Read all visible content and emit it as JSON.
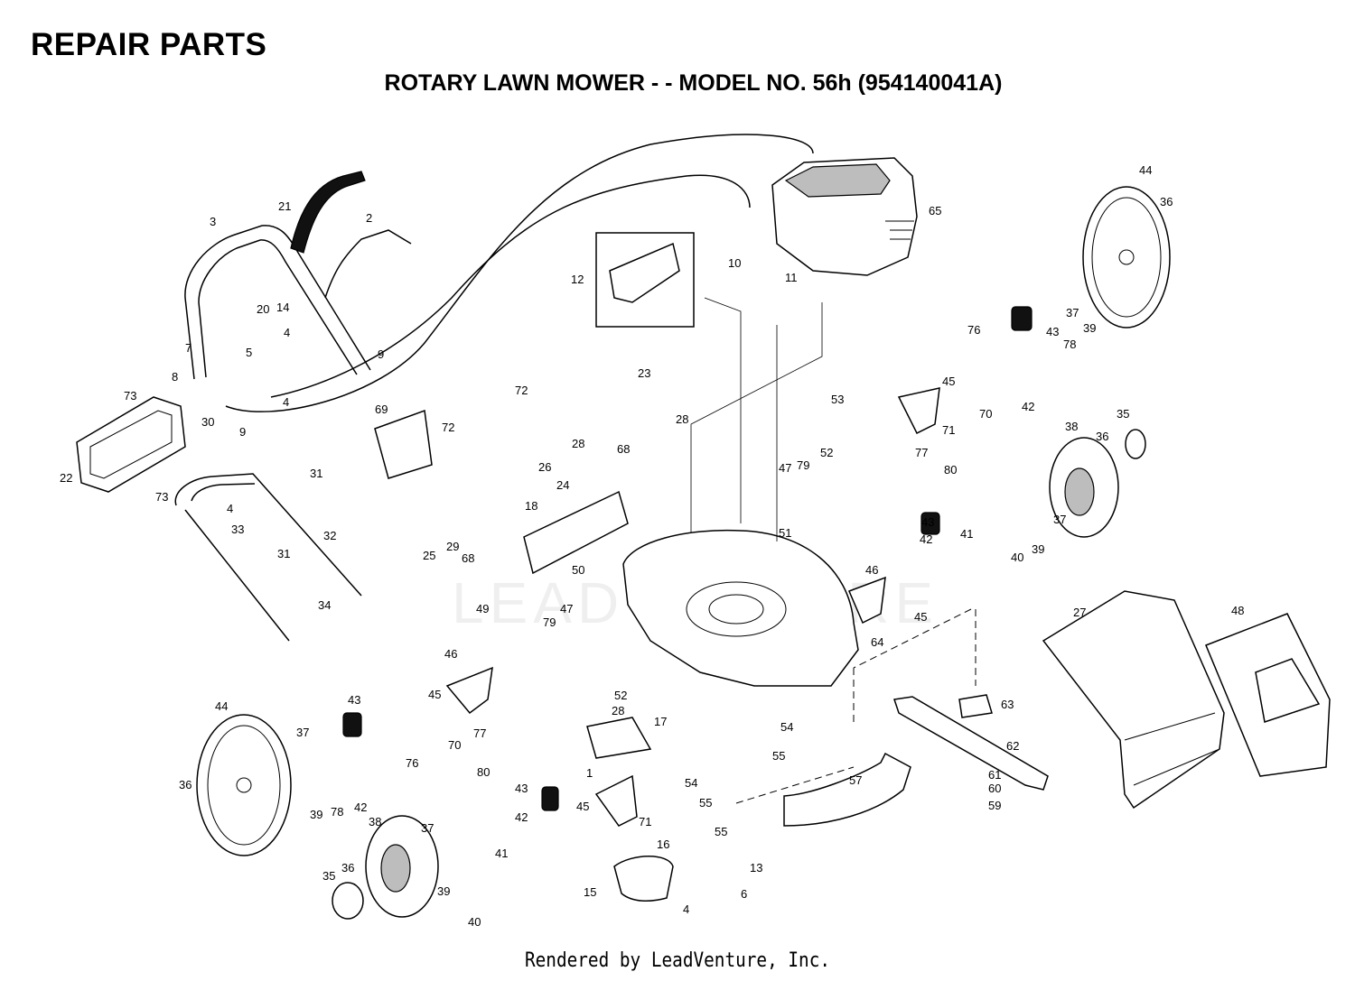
{
  "header": {
    "title": "REPAIR PARTS",
    "subtitle": "ROTARY LAWN MOWER - - MODEL NO. 56h (954140041A)"
  },
  "watermark": "LEADVENTURE",
  "footer": "Rendered by LeadVenture, Inc.",
  "callouts": [
    {
      "label": "3"
    },
    {
      "label": "21"
    },
    {
      "label": "2"
    },
    {
      "label": "20"
    },
    {
      "label": "14"
    },
    {
      "label": "7"
    },
    {
      "label": "5"
    },
    {
      "label": "4"
    },
    {
      "label": "9"
    },
    {
      "label": "8"
    },
    {
      "label": "4"
    },
    {
      "label": "30"
    },
    {
      "label": "9"
    },
    {
      "label": "73"
    },
    {
      "label": "22"
    },
    {
      "label": "73"
    },
    {
      "label": "31"
    },
    {
      "label": "4"
    },
    {
      "label": "33"
    },
    {
      "label": "32"
    },
    {
      "label": "31"
    },
    {
      "label": "34"
    },
    {
      "label": "12"
    },
    {
      "label": "10"
    },
    {
      "label": "11"
    },
    {
      "label": "65"
    },
    {
      "label": "44"
    },
    {
      "label": "36"
    },
    {
      "label": "37"
    },
    {
      "label": "43"
    },
    {
      "label": "39"
    },
    {
      "label": "76"
    },
    {
      "label": "78"
    },
    {
      "label": "42"
    },
    {
      "label": "45"
    },
    {
      "label": "70"
    },
    {
      "label": "71"
    },
    {
      "label": "53"
    },
    {
      "label": "77"
    },
    {
      "label": "52"
    },
    {
      "label": "47"
    },
    {
      "label": "79"
    },
    {
      "label": "80"
    },
    {
      "label": "51"
    },
    {
      "label": "38"
    },
    {
      "label": "35"
    },
    {
      "label": "36"
    },
    {
      "label": "37"
    },
    {
      "label": "43"
    },
    {
      "label": "42"
    },
    {
      "label": "41"
    },
    {
      "label": "40"
    },
    {
      "label": "39"
    },
    {
      "label": "46"
    },
    {
      "label": "45"
    },
    {
      "label": "72"
    },
    {
      "label": "23"
    },
    {
      "label": "28"
    },
    {
      "label": "69"
    },
    {
      "label": "72"
    },
    {
      "label": "28"
    },
    {
      "label": "26"
    },
    {
      "label": "68"
    },
    {
      "label": "18"
    },
    {
      "label": "24"
    },
    {
      "label": "25"
    },
    {
      "label": "29"
    },
    {
      "label": "68"
    },
    {
      "label": "50"
    },
    {
      "label": "49"
    },
    {
      "label": "47"
    },
    {
      "label": "79"
    },
    {
      "label": "46"
    },
    {
      "label": "45"
    },
    {
      "label": "77"
    },
    {
      "label": "70"
    },
    {
      "label": "80"
    },
    {
      "label": "76"
    },
    {
      "label": "64"
    },
    {
      "label": "52"
    },
    {
      "label": "28"
    },
    {
      "label": "17"
    },
    {
      "label": "54"
    },
    {
      "label": "55"
    },
    {
      "label": "1"
    },
    {
      "label": "54"
    },
    {
      "label": "55"
    },
    {
      "label": "55"
    },
    {
      "label": "57"
    },
    {
      "label": "63"
    },
    {
      "label": "62"
    },
    {
      "label": "61"
    },
    {
      "label": "60"
    },
    {
      "label": "59"
    },
    {
      "label": "27"
    },
    {
      "label": "48"
    },
    {
      "label": "44"
    },
    {
      "label": "37"
    },
    {
      "label": "36"
    },
    {
      "label": "43"
    },
    {
      "label": "42"
    },
    {
      "label": "39"
    },
    {
      "label": "78"
    },
    {
      "label": "38"
    },
    {
      "label": "37"
    },
    {
      "label": "36"
    },
    {
      "label": "35"
    },
    {
      "label": "41"
    },
    {
      "label": "39"
    },
    {
      "label": "40"
    },
    {
      "label": "43"
    },
    {
      "label": "42"
    },
    {
      "label": "45"
    },
    {
      "label": "71"
    },
    {
      "label": "16"
    },
    {
      "label": "13"
    },
    {
      "label": "15"
    },
    {
      "label": "4"
    },
    {
      "label": "6"
    }
  ]
}
